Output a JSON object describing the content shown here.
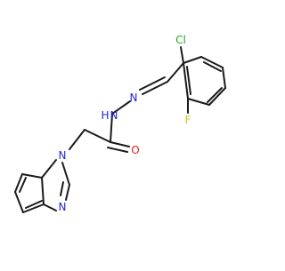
{
  "molecule": {
    "atoms": {
      "cl": {
        "label": "Cl",
        "color": "#1faa1f"
      },
      "f": {
        "label": "F",
        "color": "#c8c820"
      },
      "n_imine": {
        "label": "N",
        "color": "#2424d8"
      },
      "n_amide": {
        "label": "N",
        "color": "#2424d8"
      },
      "h_amide": {
        "label": "H",
        "color": "#2424d8"
      },
      "o": {
        "label": "O",
        "color": "#e02020"
      },
      "n1": {
        "label": "N",
        "color": "#2424d8"
      },
      "n3": {
        "label": "N",
        "color": "#2424d8"
      }
    },
    "bond_color": "#1a1a1a"
  }
}
